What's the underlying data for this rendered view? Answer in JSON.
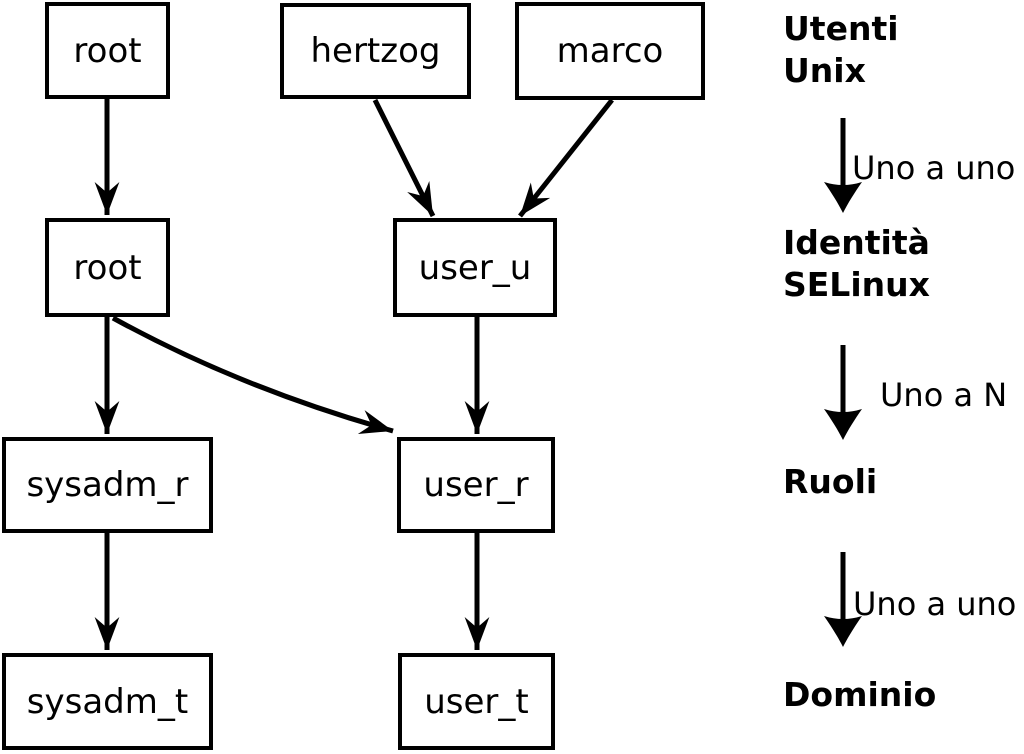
{
  "diagram": {
    "nodes": {
      "unix_root": "root",
      "unix_hertzog": "hertzog",
      "unix_marco": "marco",
      "selinux_root": "root",
      "selinux_user_u": "user_u",
      "role_sysadm_r": "sysadm_r",
      "role_user_r": "user_r",
      "domain_sysadm_t": "sysadm_t",
      "domain_user_t": "user_t"
    },
    "edges": [
      {
        "from": "unix root",
        "to": "selinux root"
      },
      {
        "from": "hertzog",
        "to": "user_u"
      },
      {
        "from": "marco",
        "to": "user_u"
      },
      {
        "from": "selinux root",
        "to": "sysadm_r"
      },
      {
        "from": "selinux root",
        "to": "user_r"
      },
      {
        "from": "user_u",
        "to": "user_r"
      },
      {
        "from": "sysadm_r",
        "to": "sysadm_t"
      },
      {
        "from": "user_r",
        "to": "user_t"
      }
    ],
    "colors": {
      "line": "#000000",
      "background": "#ffffff"
    }
  },
  "legend": {
    "levels": [
      {
        "lines": [
          "Utenti",
          "Unix"
        ]
      },
      {
        "lines": [
          "Identità",
          "SELinux"
        ]
      },
      {
        "lines": [
          "Ruoli"
        ]
      },
      {
        "lines": [
          "Dominio"
        ]
      }
    ],
    "relations": [
      {
        "label": "Uno a uno"
      },
      {
        "label": "Uno a N"
      },
      {
        "label": "Uno a uno"
      }
    ]
  }
}
